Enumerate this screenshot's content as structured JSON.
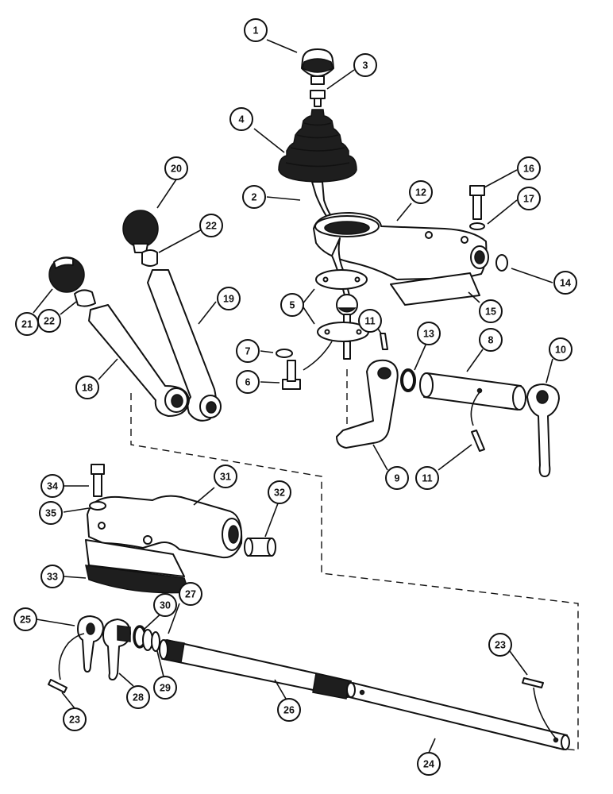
{
  "diagram": {
    "callouts": [
      {
        "id": "c1",
        "label": "1"
      },
      {
        "id": "c2",
        "label": "2"
      },
      {
        "id": "c3",
        "label": "3"
      },
      {
        "id": "c4",
        "label": "4"
      },
      {
        "id": "c5",
        "label": "5"
      },
      {
        "id": "c6",
        "label": "6"
      },
      {
        "id": "c7",
        "label": "7"
      },
      {
        "id": "c8",
        "label": "8"
      },
      {
        "id": "c9",
        "label": "9"
      },
      {
        "id": "c10",
        "label": "10"
      },
      {
        "id": "c11a",
        "label": "11"
      },
      {
        "id": "c11b",
        "label": "11"
      },
      {
        "id": "c12",
        "label": "12"
      },
      {
        "id": "c13",
        "label": "13"
      },
      {
        "id": "c14",
        "label": "14"
      },
      {
        "id": "c15",
        "label": "15"
      },
      {
        "id": "c16",
        "label": "16"
      },
      {
        "id": "c17",
        "label": "17"
      },
      {
        "id": "c18",
        "label": "18"
      },
      {
        "id": "c19",
        "label": "19"
      },
      {
        "id": "c20",
        "label": "20"
      },
      {
        "id": "c21",
        "label": "21"
      },
      {
        "id": "c22a",
        "label": "22"
      },
      {
        "id": "c22b",
        "label": "22"
      },
      {
        "id": "c23a",
        "label": "23"
      },
      {
        "id": "c23b",
        "label": "23"
      },
      {
        "id": "c24",
        "label": "24"
      },
      {
        "id": "c25",
        "label": "25"
      },
      {
        "id": "c26",
        "label": "26"
      },
      {
        "id": "c27",
        "label": "27"
      },
      {
        "id": "c28",
        "label": "28"
      },
      {
        "id": "c29",
        "label": "29"
      },
      {
        "id": "c30",
        "label": "30"
      },
      {
        "id": "c31",
        "label": "31"
      },
      {
        "id": "c32",
        "label": "32"
      },
      {
        "id": "c33",
        "label": "33"
      },
      {
        "id": "c34",
        "label": "34"
      },
      {
        "id": "c35",
        "label": "35"
      }
    ]
  }
}
